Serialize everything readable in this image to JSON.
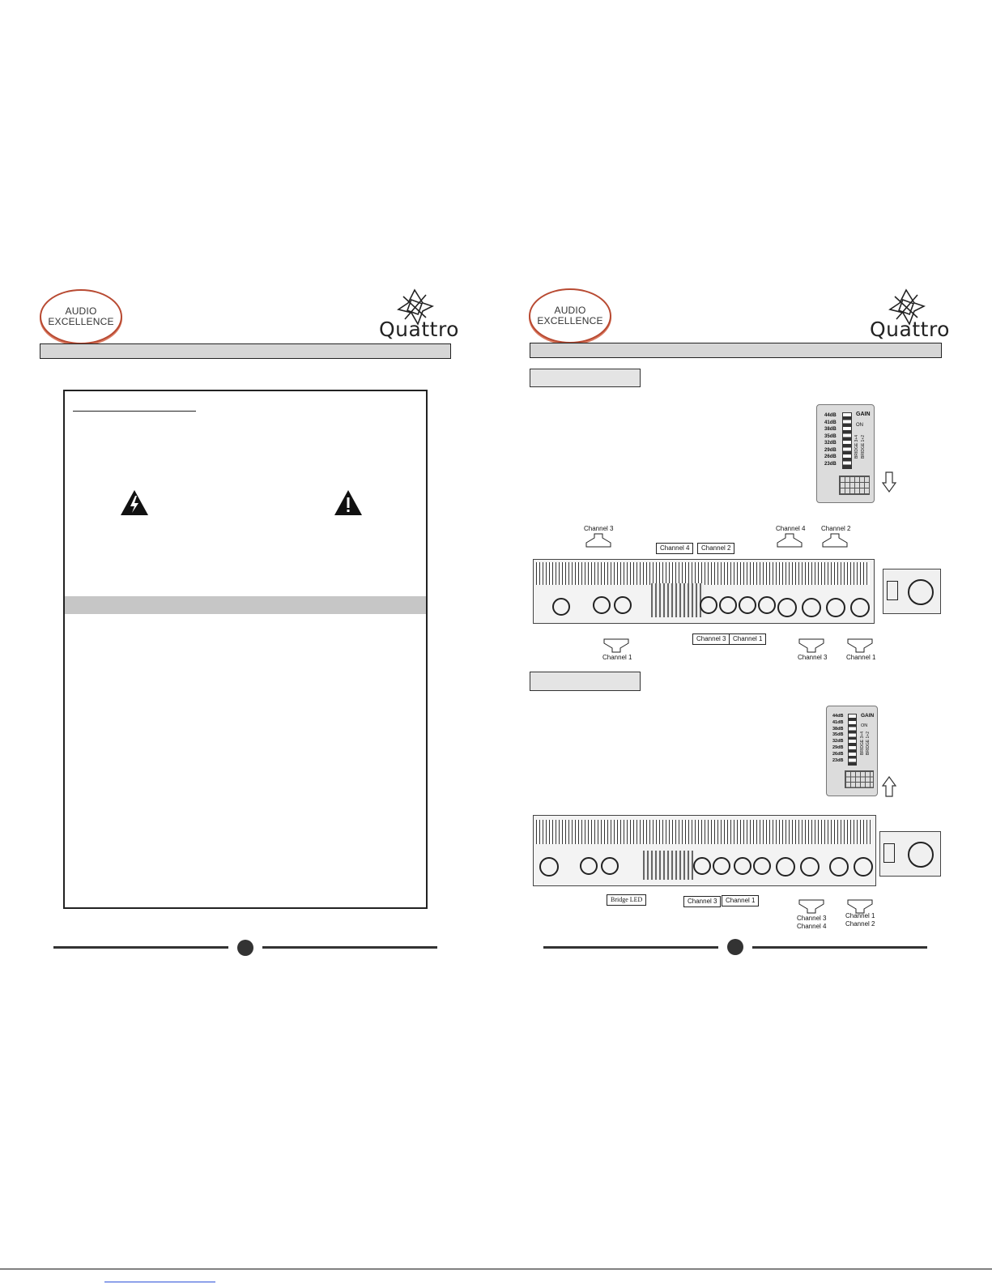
{
  "brand": {
    "audio_excellence_line1": "AUDIO",
    "audio_excellence_line2": "EXCELLENCE",
    "quattro": "Quattro"
  },
  "right_page": {
    "diagram_top": {
      "gain_title": "GAIN",
      "gain_on": "ON",
      "gain_levels": [
        "44dB",
        "41dB",
        "38dB",
        "35dB",
        "32dB",
        "29dB",
        "26dB",
        "23dB"
      ],
      "bridge_34": "BRIDGE 3+4",
      "bridge_12": "BRIDGE 1+2",
      "labels": {
        "speaker_top_left": "Channel 3",
        "speaker_top_right_a": "Channel 4",
        "speaker_top_right_b": "Channel 2",
        "speaker_bottom_left": "Channel 1",
        "speaker_bottom_right_a": "Channel 3",
        "speaker_bottom_right_b": "Channel 1",
        "box_ch4": "Channel 4",
        "box_ch2": "Channel 2",
        "box_ch3": "Channel 3",
        "box_ch1": "Channel 1"
      }
    },
    "diagram_bottom": {
      "gain_title": "GAIN",
      "gain_on": "ON",
      "gain_levels": [
        "44dB",
        "41dB",
        "38dB",
        "35dB",
        "32dB",
        "29dB",
        "26dB",
        "23dB"
      ],
      "bridge_34": "BRIDGE 3+4",
      "bridge_12": "BRIDGE 1+2",
      "labels": {
        "bridge_led": "Bridge LED",
        "box_ch3": "Channel 3",
        "box_ch1": "Channel 1",
        "out_a_line1": "Channel 3",
        "out_a_line2": "Channel 4",
        "out_b_line1": "Channel 1",
        "out_b_line2": "Channel 2"
      }
    }
  }
}
